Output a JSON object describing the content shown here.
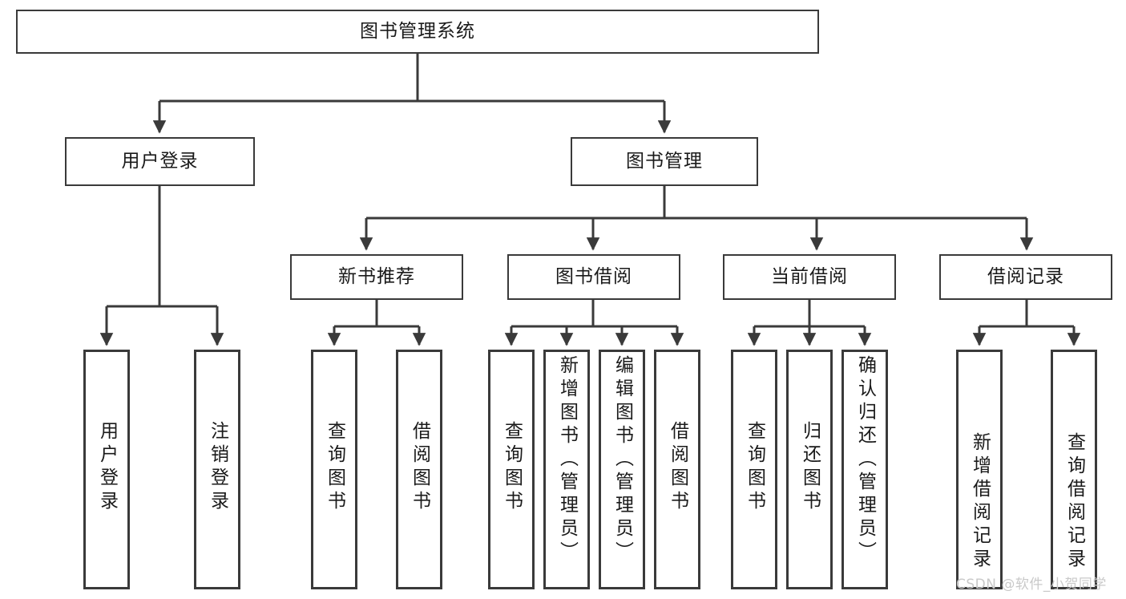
{
  "diagram": {
    "title": "图书管理系统",
    "type": "hierarchy-tree",
    "background_color": "#ffffff",
    "border_color": "#3a3a3a",
    "text_color": "#1a1a1a",
    "nodes": {
      "root": {
        "label": "图书管理系统"
      },
      "level2": [
        {
          "id": "user-login",
          "label": "用户登录"
        },
        {
          "id": "book-management",
          "label": "图书管理"
        }
      ],
      "level3": [
        {
          "id": "new-book-recommend",
          "label": "新书推荐"
        },
        {
          "id": "book-borrow",
          "label": "图书借阅"
        },
        {
          "id": "current-borrow",
          "label": "当前借阅"
        },
        {
          "id": "borrow-record",
          "label": "借阅记录"
        }
      ],
      "leaves": {
        "user_login": [
          {
            "id": "leaf-user-login",
            "label": "用户登录"
          },
          {
            "id": "leaf-logout",
            "label": "注销登录"
          }
        ],
        "new_book_recommend": [
          {
            "id": "leaf-query-book-1",
            "label": "查询图书"
          },
          {
            "id": "leaf-borrow-book-1",
            "label": "借阅图书"
          }
        ],
        "book_borrow": [
          {
            "id": "leaf-query-book-2",
            "label": "查询图书"
          },
          {
            "id": "leaf-add-book",
            "label": "新增图书（管理员）"
          },
          {
            "id": "leaf-edit-book",
            "label": "编辑图书（管理员）"
          },
          {
            "id": "leaf-borrow-book-2",
            "label": "借阅图书"
          }
        ],
        "current_borrow": [
          {
            "id": "leaf-query-book-3",
            "label": "查询图书"
          },
          {
            "id": "leaf-return-book",
            "label": "归还图书"
          },
          {
            "id": "leaf-confirm-return",
            "label": "确认归还（管理员）"
          }
        ],
        "borrow_record": [
          {
            "id": "leaf-add-record",
            "label": "新增借阅记录"
          },
          {
            "id": "leaf-query-record",
            "label": "查询借阅记录"
          }
        ]
      }
    }
  },
  "watermark": {
    "text": "CSDN @软件_小贺同学",
    "color": "#c9c9c9"
  }
}
